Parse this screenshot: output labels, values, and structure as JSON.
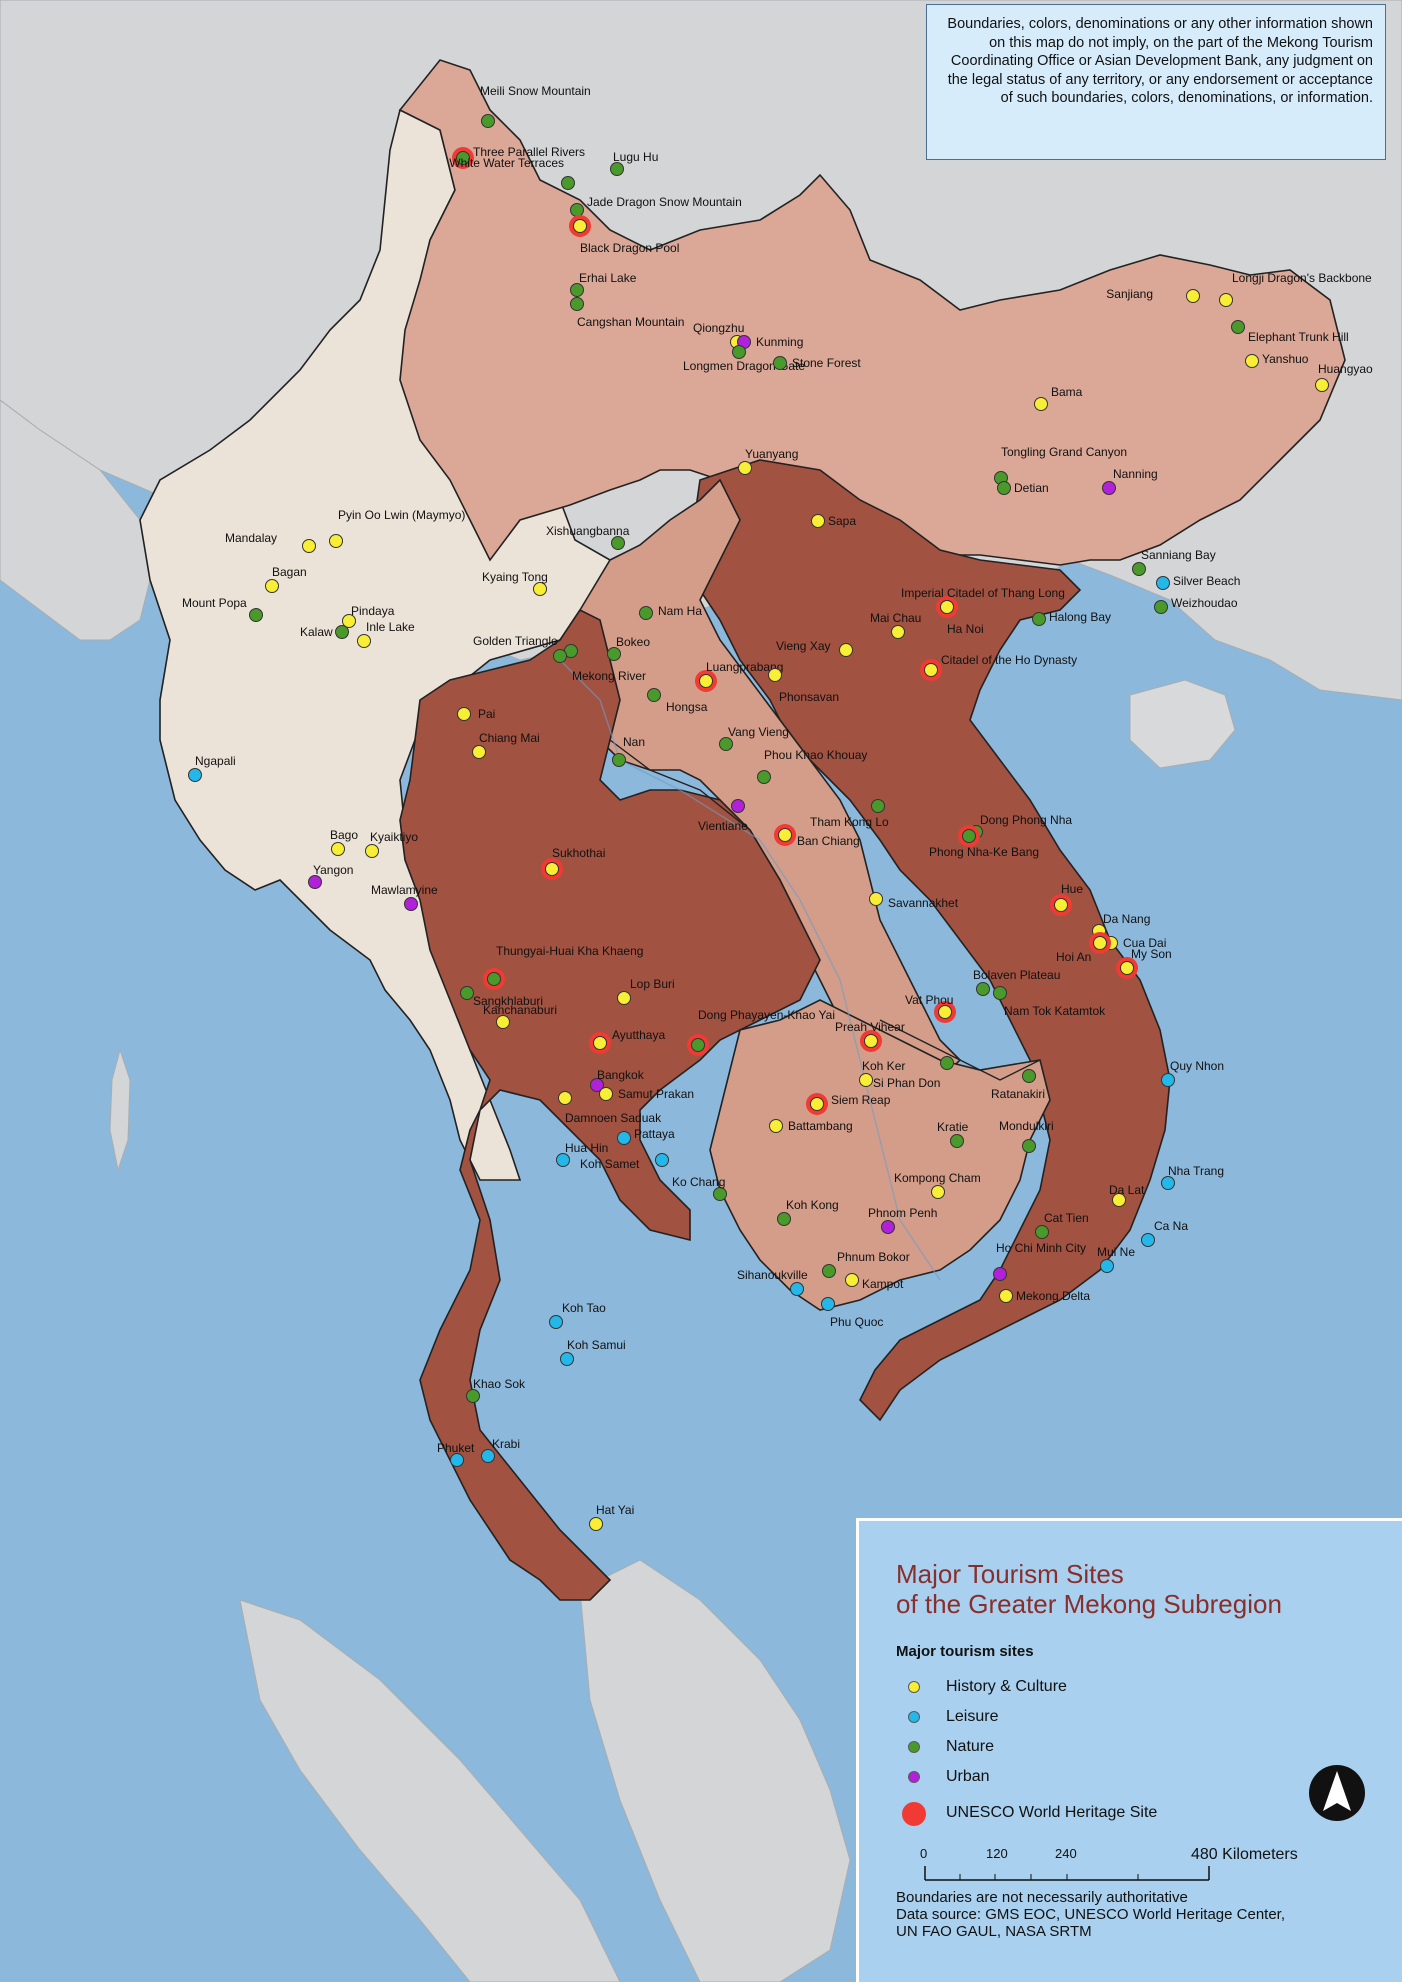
{
  "disclaimer": "Boundaries, colors, denominations or any other information shown on this map do not imply, on the part of the Mekong Tourism Coordinating Office or Asian Development Bank, any judgment on the legal status of any territory, or any endorsement or acceptance of such boundaries, colors, denominations, or information.",
  "legend": {
    "title_line1": "Major Tourism Sites",
    "title_line2": "of the Greater Mekong Subregion",
    "subtitle": "Major tourism sites",
    "categories": [
      {
        "label": "History & Culture",
        "color": "#f7ee35"
      },
      {
        "label": "Leisure",
        "color": "#23b7ea"
      },
      {
        "label": "Nature",
        "color": "#4a9a2b"
      },
      {
        "label": "Urban",
        "color": "#b021d9"
      }
    ],
    "unesco_label": "UNESCO World Heritage Site",
    "unesco_color": "#f03a33",
    "scale": {
      "ticks": [
        "0",
        "120",
        "240",
        "480"
      ],
      "unit": "Kilometers"
    },
    "source_lines": [
      "Boundaries are not necessarily authoritative",
      "Data source: GMS EOC, UNESCO World Heritage Center,",
      "UN FAO GAUL, NASA SRTM"
    ]
  },
  "sites": [
    {
      "name": "Meili Snow Mountain",
      "type": "nature",
      "unesco": false
    },
    {
      "name": "Three Parallel Rivers",
      "type": "nature",
      "unesco": true
    },
    {
      "name": "White Water Terraces",
      "type": "nature",
      "unesco": false
    },
    {
      "name": "Lugu Hu",
      "type": "nature",
      "unesco": false
    },
    {
      "name": "Jade Dragon Snow Mountain",
      "type": "nature",
      "unesco": false
    },
    {
      "name": "Black Dragon Pool",
      "type": "history",
      "unesco": true
    },
    {
      "name": "Erhai Lake",
      "type": "nature",
      "unesco": false
    },
    {
      "name": "Cangshan Mountain",
      "type": "nature",
      "unesco": false
    },
    {
      "name": "Qiongzhu",
      "type": "history",
      "unesco": false
    },
    {
      "name": "Kunming",
      "type": "urban",
      "unesco": false
    },
    {
      "name": "Longmen Dragon Gate",
      "type": "nature",
      "unesco": false
    },
    {
      "name": "Stone Forest",
      "type": "nature",
      "unesco": false
    },
    {
      "name": "Sanjiang",
      "type": "history",
      "unesco": false
    },
    {
      "name": "Longji Dragon's Backbone",
      "type": "history",
      "unesco": false
    },
    {
      "name": "Elephant Trunk Hill",
      "type": "nature",
      "unesco": false
    },
    {
      "name": "Yanshuo",
      "type": "history",
      "unesco": false
    },
    {
      "name": "Huangyao",
      "type": "history",
      "unesco": false
    },
    {
      "name": "Bama",
      "type": "history",
      "unesco": false
    },
    {
      "name": "Tongling Grand Canyon",
      "type": "nature",
      "unesco": false
    },
    {
      "name": "Detian",
      "type": "nature",
      "unesco": false
    },
    {
      "name": "Nanning",
      "type": "urban",
      "unesco": false
    },
    {
      "name": "Yuanyang",
      "type": "history",
      "unesco": false
    },
    {
      "name": "Sapa",
      "type": "history",
      "unesco": false
    },
    {
      "name": "Xishuangbanna",
      "type": "nature",
      "unesco": false
    },
    {
      "name": "Sanniang Bay",
      "type": "nature",
      "unesco": false
    },
    {
      "name": "Silver Beach",
      "type": "leisure",
      "unesco": false
    },
    {
      "name": "Weizhoudao",
      "type": "nature",
      "unesco": false
    },
    {
      "name": "Halong Bay",
      "type": "nature",
      "unesco": false
    },
    {
      "name": "Imperial Citadel of Thang Long",
      "type": "history",
      "unesco": true
    },
    {
      "name": "Ha Noi",
      "type": "history",
      "unesco": false
    },
    {
      "name": "Mai Chau",
      "type": "history",
      "unesco": false
    },
    {
      "name": "Citadel of the Ho Dynasty",
      "type": "history",
      "unesco": true
    },
    {
      "name": "Vieng Xay",
      "type": "history",
      "unesco": false
    },
    {
      "name": "Mandalay",
      "type": "history",
      "unesco": false
    },
    {
      "name": "Pyin Oo Lwin (Maymyo)",
      "type": "history",
      "unesco": false
    },
    {
      "name": "Bagan",
      "type": "history",
      "unesco": false
    },
    {
      "name": "Mount Popa",
      "type": "nature",
      "unesco": false
    },
    {
      "name": "Pindaya",
      "type": "history",
      "unesco": false
    },
    {
      "name": "Kalaw",
      "type": "nature",
      "unesco": false
    },
    {
      "name": "Inle Lake",
      "type": "history",
      "unesco": false
    },
    {
      "name": "Kyaing Tong",
      "type": "history",
      "unesco": false
    },
    {
      "name": "Nam Ha",
      "type": "nature",
      "unesco": false
    },
    {
      "name": "Golden Triangle",
      "type": "nature",
      "unesco": false
    },
    {
      "name": "Bokeo",
      "type": "nature",
      "unesco": false
    },
    {
      "name": "Mekong River",
      "type": "nature",
      "unesco": false
    },
    {
      "name": "Luangprabang",
      "type": "history",
      "unesco": true
    },
    {
      "name": "Hongsa",
      "type": "nature",
      "unesco": false
    },
    {
      "name": "Phonsavan",
      "type": "history",
      "unesco": false
    },
    {
      "name": "Vang Vieng",
      "type": "nature",
      "unesco": false
    },
    {
      "name": "Phou Khao Khouay",
      "type": "nature",
      "unesco": false
    },
    {
      "name": "Vientiane",
      "type": "urban",
      "unesco": false
    },
    {
      "name": "Pai",
      "type": "history",
      "unesco": false
    },
    {
      "name": "Chiang Mai",
      "type": "history",
      "unesco": false
    },
    {
      "name": "Nan",
      "type": "nature",
      "unesco": false
    },
    {
      "name": "Ngapali",
      "type": "leisure",
      "unesco": false
    },
    {
      "name": "Bago",
      "type": "history",
      "unesco": false
    },
    {
      "name": "Kyaiktiyo",
      "type": "history",
      "unesco": false
    },
    {
      "name": "Yangon",
      "type": "urban",
      "unesco": false
    },
    {
      "name": "Mawlamyine",
      "type": "urban",
      "unesco": false
    },
    {
      "name": "Sukhothai",
      "type": "history",
      "unesco": true
    },
    {
      "name": "Tham Kong Lo",
      "type": "nature",
      "unesco": false
    },
    {
      "name": "Ban Chiang",
      "type": "history",
      "unesco": true
    },
    {
      "name": "Dong Phong Nha",
      "type": "nature",
      "unesco": false
    },
    {
      "name": "Phong Nha-Ke Bang",
      "type": "nature",
      "unesco": true
    },
    {
      "name": "Savannakhet",
      "type": "history",
      "unesco": false
    },
    {
      "name": "Hue",
      "type": "history",
      "unesco": true
    },
    {
      "name": "Da Nang",
      "type": "history",
      "unesco": false
    },
    {
      "name": "Cua Dai",
      "type": "history",
      "unesco": false
    },
    {
      "name": "Hoi An",
      "type": "history",
      "unesco": true
    },
    {
      "name": "My Son",
      "type": "history",
      "unesco": true
    },
    {
      "name": "Thungyai-Huai Kha Khaeng",
      "type": "nature",
      "unesco": true
    },
    {
      "name": "Sangkhlaburi",
      "type": "nature",
      "unesco": false
    },
    {
      "name": "Kanchanaburi",
      "type": "history",
      "unesco": false
    },
    {
      "name": "Lop Buri",
      "type": "history",
      "unesco": false
    },
    {
      "name": "Bolaven Plateau",
      "type": "nature",
      "unesco": false
    },
    {
      "name": "Nam Tok Katamtok",
      "type": "nature",
      "unesco": false
    },
    {
      "name": "Vat Phou",
      "type": "history",
      "unesco": true
    },
    {
      "name": "Ayutthaya",
      "type": "history",
      "unesco": true
    },
    {
      "name": "Dong Phayayen-Khao Yai",
      "type": "nature",
      "unesco": true
    },
    {
      "name": "Preah Vihear",
      "type": "history",
      "unesco": true
    },
    {
      "name": "Koh Ker",
      "type": "history",
      "unesco": false
    },
    {
      "name": "Si Phan Don",
      "type": "nature",
      "unesco": false
    },
    {
      "name": "Ratanakiri",
      "type": "nature",
      "unesco": false
    },
    {
      "name": "Quy Nhon",
      "type": "leisure",
      "unesco": false
    },
    {
      "name": "Bangkok",
      "type": "urban",
      "unesco": false
    },
    {
      "name": "Samut Prakan",
      "type": "history",
      "unesco": false
    },
    {
      "name": "Damnoen Saduak",
      "type": "history",
      "unesco": false
    },
    {
      "name": "Siem Reap",
      "type": "history",
      "unesco": true
    },
    {
      "name": "Battambang",
      "type": "history",
      "unesco": false
    },
    {
      "name": "Pattaya",
      "type": "leisure",
      "unesco": false
    },
    {
      "name": "Hua Hin",
      "type": "leisure",
      "unesco": false
    },
    {
      "name": "Koh Samet",
      "type": "leisure",
      "unesco": false
    },
    {
      "name": "Kratie",
      "type": "nature",
      "unesco": false
    },
    {
      "name": "Mondulkiri",
      "type": "nature",
      "unesco": false
    },
    {
      "name": "Nha Trang",
      "type": "leisure",
      "unesco": false
    },
    {
      "name": "Ko Chang",
      "type": "nature",
      "unesco": false
    },
    {
      "name": "Kompong Cham",
      "type": "history",
      "unesco": false
    },
    {
      "name": "Da Lat",
      "type": "history",
      "unesco": false
    },
    {
      "name": "Koh Kong",
      "type": "nature",
      "unesco": false
    },
    {
      "name": "Phnom Penh",
      "type": "urban",
      "unesco": false
    },
    {
      "name": "Cat Tien",
      "type": "nature",
      "unesco": false
    },
    {
      "name": "Ca Na",
      "type": "leisure",
      "unesco": false
    },
    {
      "name": "Phnum Bokor",
      "type": "nature",
      "unesco": false
    },
    {
      "name": "Sihanoukville",
      "type": "leisure",
      "unesco": false
    },
    {
      "name": "Kampot",
      "type": "history",
      "unesco": false
    },
    {
      "name": "Ho Chi Minh City",
      "type": "urban",
      "unesco": false
    },
    {
      "name": "Mui Ne",
      "type": "leisure",
      "unesco": false
    },
    {
      "name": "Mekong Delta",
      "type": "history",
      "unesco": false
    },
    {
      "name": "Phu Quoc",
      "type": "leisure",
      "unesco": false
    },
    {
      "name": "Koh Tao",
      "type": "leisure",
      "unesco": false
    },
    {
      "name": "Koh Samui",
      "type": "leisure",
      "unesco": false
    },
    {
      "name": "Khao Sok",
      "type": "nature",
      "unesco": false
    },
    {
      "name": "Phuket",
      "type": "leisure",
      "unesco": false
    },
    {
      "name": "Krabi",
      "type": "leisure",
      "unesco": false
    },
    {
      "name": "Hat Yai",
      "type": "history",
      "unesco": false
    }
  ]
}
